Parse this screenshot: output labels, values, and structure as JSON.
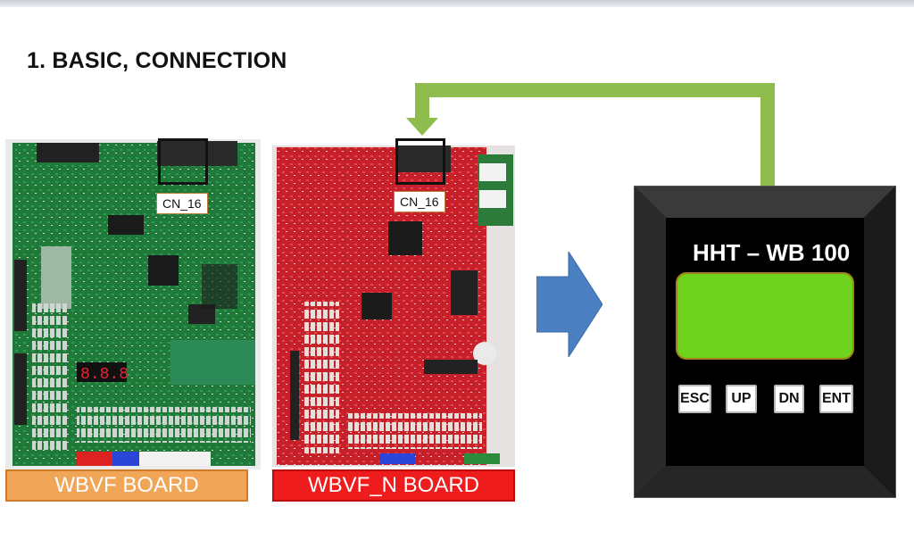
{
  "title": "1. BASIC, CONNECTION",
  "boards": [
    {
      "caption": "WBVF BOARD",
      "connector": "CN_16"
    },
    {
      "caption": "WBVF_N BOARD",
      "connector": "CN_16"
    }
  ],
  "handheld": {
    "model": "HHT – WB 100",
    "keys": [
      "ESC",
      "UP",
      "DN",
      "ENT"
    ]
  },
  "colors": {
    "cable": "#8fbd4d",
    "arrow": "#4a7fc1",
    "lcd": "#6fd21e",
    "board_green": "#1f7a3a",
    "board_red": "#c8202a"
  }
}
